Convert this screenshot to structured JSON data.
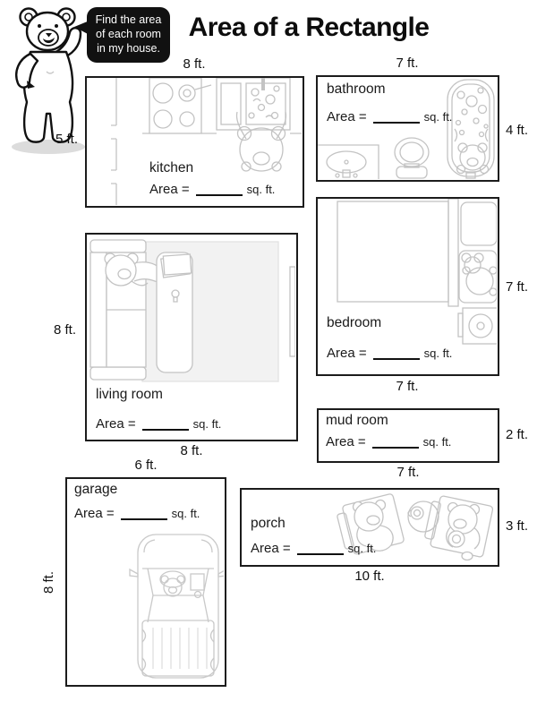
{
  "header": {
    "title": "Area of a Rectangle",
    "bubble_lines": [
      "Find the area",
      "of each room",
      "in my house."
    ]
  },
  "labels": {
    "area_prefix": "Area =",
    "area_suffix": "sq. ft."
  },
  "rooms": {
    "kitchen": {
      "name": "kitchen",
      "width_top": "8 ft.",
      "height_left": "5 ft."
    },
    "bathroom": {
      "name": "bathroom",
      "width_top": "7 ft.",
      "height_right": "4 ft."
    },
    "bedroom": {
      "name": "bedroom",
      "height_right": "7 ft.",
      "width_bottom": "7 ft."
    },
    "living_room": {
      "name": "living room",
      "height_left": "8 ft.",
      "width_bottom": "8 ft."
    },
    "mud_room": {
      "name": "mud room",
      "height_right": "2 ft.",
      "width_bottom": "7 ft."
    },
    "garage": {
      "name": "garage",
      "width_top": "6 ft.",
      "height_left": "8 ft."
    },
    "porch": {
      "name": "porch",
      "height_right": "3 ft.",
      "width_bottom": "10 ft."
    }
  }
}
